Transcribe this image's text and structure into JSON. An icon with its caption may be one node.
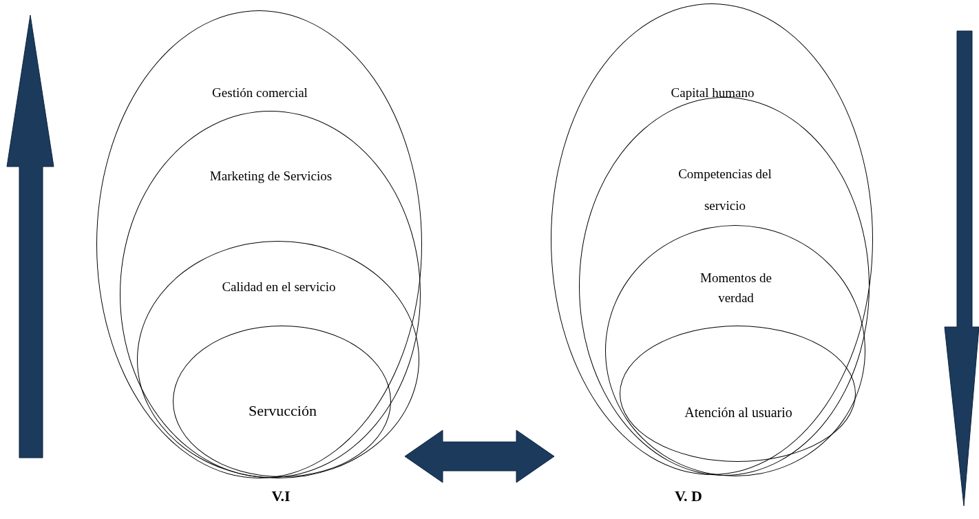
{
  "diagram": {
    "nodes": [
      {
        "text": [
          "Gestión comercial"
        ],
        "beside": [
          "V.I"
        ]
      },
      {
        "text": [
          "Marketing de Servicios"
        ],
        "in": 0
      },
      {
        "text": [
          "Calidad en el servicio"
        ],
        "in": 1
      },
      {
        "text": [
          "Servucción"
        ],
        "in": 2
      },
      {
        "text": [
          "Capital humano"
        ],
        "beside": [
          "V. D"
        ]
      },
      {
        "text": [
          "Competencias del servicio"
        ],
        "in": 4
      },
      {
        "text": [
          "Momentos de verdad"
        ],
        "in": 5
      },
      {
        "text": [
          "Atención al usuario"
        ],
        "in": 6
      }
    ],
    "edges": [
      {
        "from": 0,
        "to": 4,
        "arrow": "both"
      }
    ]
  }
}
